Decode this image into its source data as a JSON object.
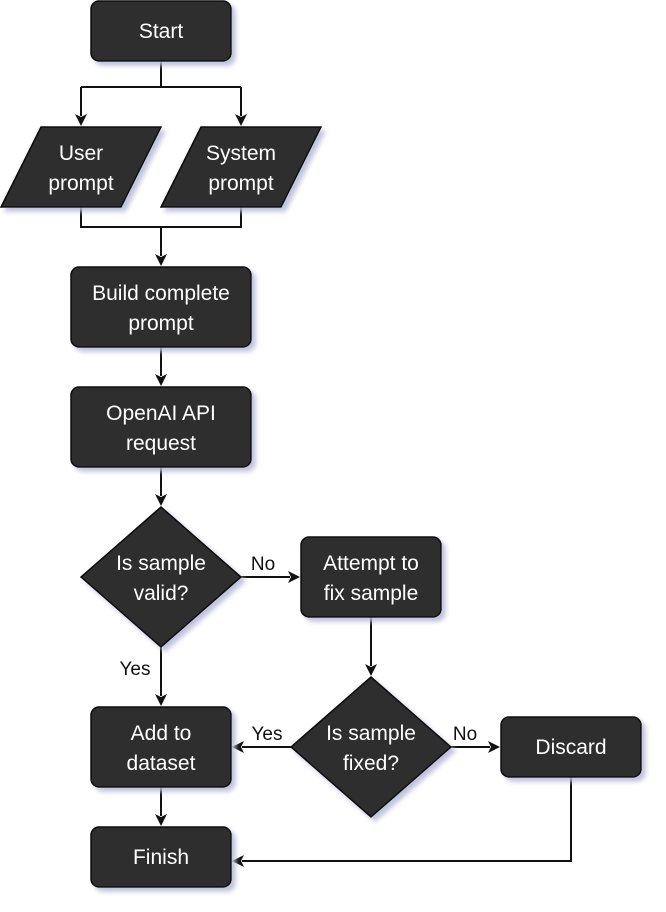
{
  "colors": {
    "node_fill": "#2d2d2d",
    "node_text": "#ffffff",
    "edge": "#111111",
    "shadow": "#b9bcd8"
  },
  "nodes": {
    "start": {
      "lines": [
        "Start"
      ]
    },
    "user": {
      "lines": [
        "User",
        "prompt"
      ]
    },
    "system": {
      "lines": [
        "System",
        "prompt"
      ]
    },
    "build": {
      "lines": [
        "Build complete",
        "prompt"
      ]
    },
    "api": {
      "lines": [
        "OpenAI API",
        "request"
      ]
    },
    "valid": {
      "lines": [
        "Is sample",
        "valid?"
      ]
    },
    "fix": {
      "lines": [
        "Attempt to",
        "fix sample"
      ]
    },
    "add": {
      "lines": [
        "Add to",
        "dataset"
      ]
    },
    "fixed": {
      "lines": [
        "Is sample",
        "fixed?"
      ]
    },
    "discard": {
      "lines": [
        "Discard"
      ]
    },
    "finish": {
      "lines": [
        "Finish"
      ]
    }
  },
  "edge_labels": {
    "valid_no": "No",
    "valid_yes": "Yes",
    "fixed_yes": "Yes",
    "fixed_no": "No"
  }
}
